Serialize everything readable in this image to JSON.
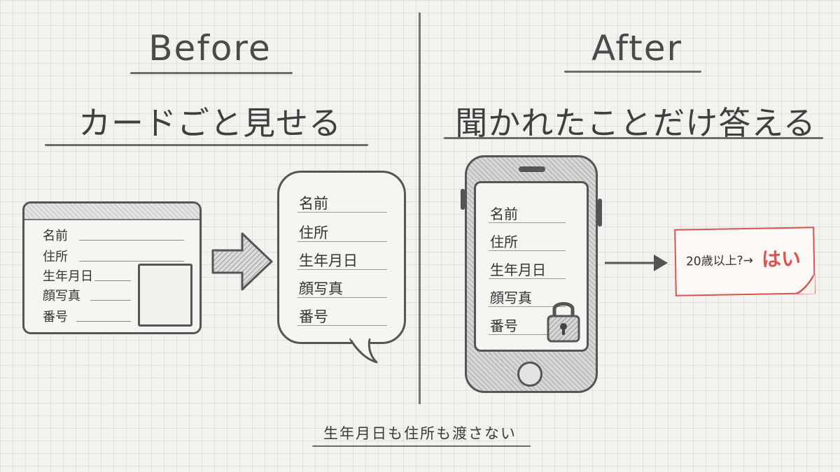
{
  "before": {
    "heading_en": "Before",
    "heading_jp": "カードごと見せる"
  },
  "after": {
    "heading_en": "After",
    "heading_jp": "聞かれたことだけ答える"
  },
  "id_card": {
    "fields": [
      "名前",
      "住所",
      "生年月日",
      "顔写真",
      "番号"
    ]
  },
  "bubble": {
    "fields": [
      "名前",
      "住所",
      "生年月日",
      "顔写真",
      "番号"
    ]
  },
  "phone": {
    "fields": [
      "名前",
      "住所",
      "生年月日",
      "顔写真",
      "番号"
    ]
  },
  "answer": {
    "question": "20歳以上?→",
    "reply": "はい"
  },
  "caption": "生年月日も住所も渡さない",
  "colors": {
    "ink": "#555555",
    "accent_red": "#d9534f",
    "paper": "#f4f2ee"
  }
}
